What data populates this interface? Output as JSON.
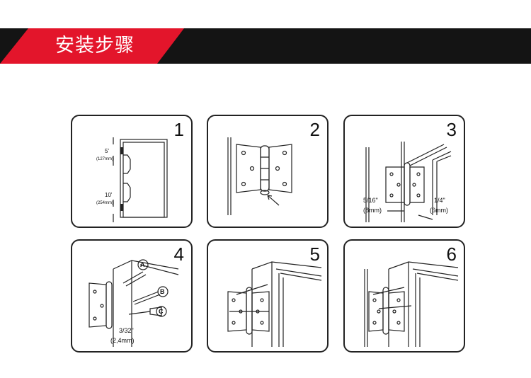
{
  "banner": {
    "title": "安装步骤",
    "accent": "#e3152b",
    "background": "#141414"
  },
  "steps": [
    {
      "number": "1",
      "labels": {
        "top": "5'",
        "top_mm": "(127mm)",
        "mid": "10'",
        "mid_mm": "(254mm)"
      }
    },
    {
      "number": "2"
    },
    {
      "number": "3",
      "labels": {
        "left": "5/16\"",
        "left_mm": "(8mm)",
        "right": "1/4\"",
        "right_mm": "(6mm)"
      }
    },
    {
      "number": "4",
      "labels": {
        "a": "A",
        "b": "B",
        "c": "C",
        "size": "3/32\"",
        "size_mm": "(2,4mm)"
      }
    },
    {
      "number": "5"
    },
    {
      "number": "6"
    }
  ]
}
